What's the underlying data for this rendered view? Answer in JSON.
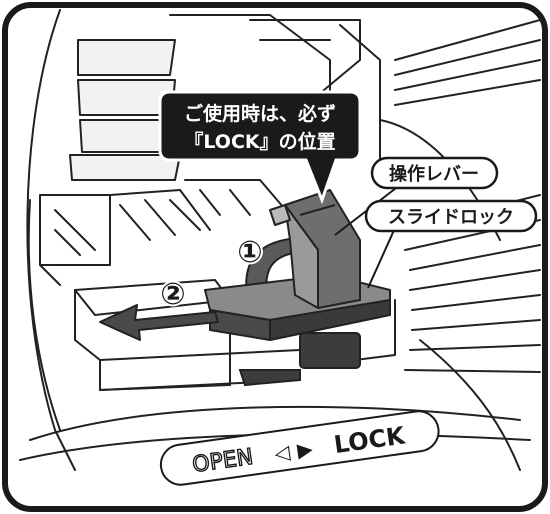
{
  "callout_warning": {
    "line1": "ご使用時は、必ず",
    "line2": "『LOCK』の位置"
  },
  "labels": {
    "operation_lever": "操作レバー",
    "slide_lock": "スライドロック"
  },
  "steps": {
    "step1": "①",
    "step2": "②"
  },
  "embossed_marking": {
    "open": "OPEN",
    "open_arrow": "◁",
    "lock_arrow": "▶",
    "lock": "LOCK"
  },
  "colors": {
    "frame": "#1a1a1a",
    "callout_bg": "#1a1a1a",
    "callout_text": "#ffffff",
    "label_bg": "#ffffff",
    "label_border": "#1a1a1a",
    "lever_dark": "#3a3a3a",
    "lever_mid": "#6e6e6e",
    "lever_light": "#9a9a9a",
    "line": "#222222"
  }
}
